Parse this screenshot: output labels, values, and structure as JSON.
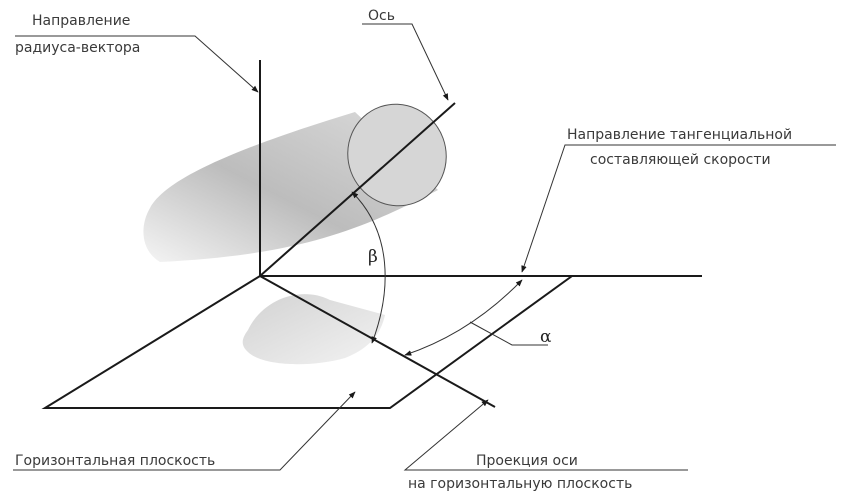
{
  "labels": {
    "radius_vector_line1": "Направление",
    "radius_vector_line2": "радиуса-вектора",
    "axis": "Ось",
    "tangential_line1": "Направление тангенциальной",
    "tangential_line2": "составляющей скорости",
    "beta": "β",
    "alpha": "α",
    "horizontal_plane": "Горизонтальная плоскость",
    "projection_line1": "Проекция оси",
    "projection_line2": "на горизонтальную плоскость"
  },
  "colors": {
    "line": "#1a1a1a",
    "text": "#3a3a3a",
    "cylinder_light": "#e6e6e6",
    "cylinder_dark": "#a9a9a9"
  }
}
